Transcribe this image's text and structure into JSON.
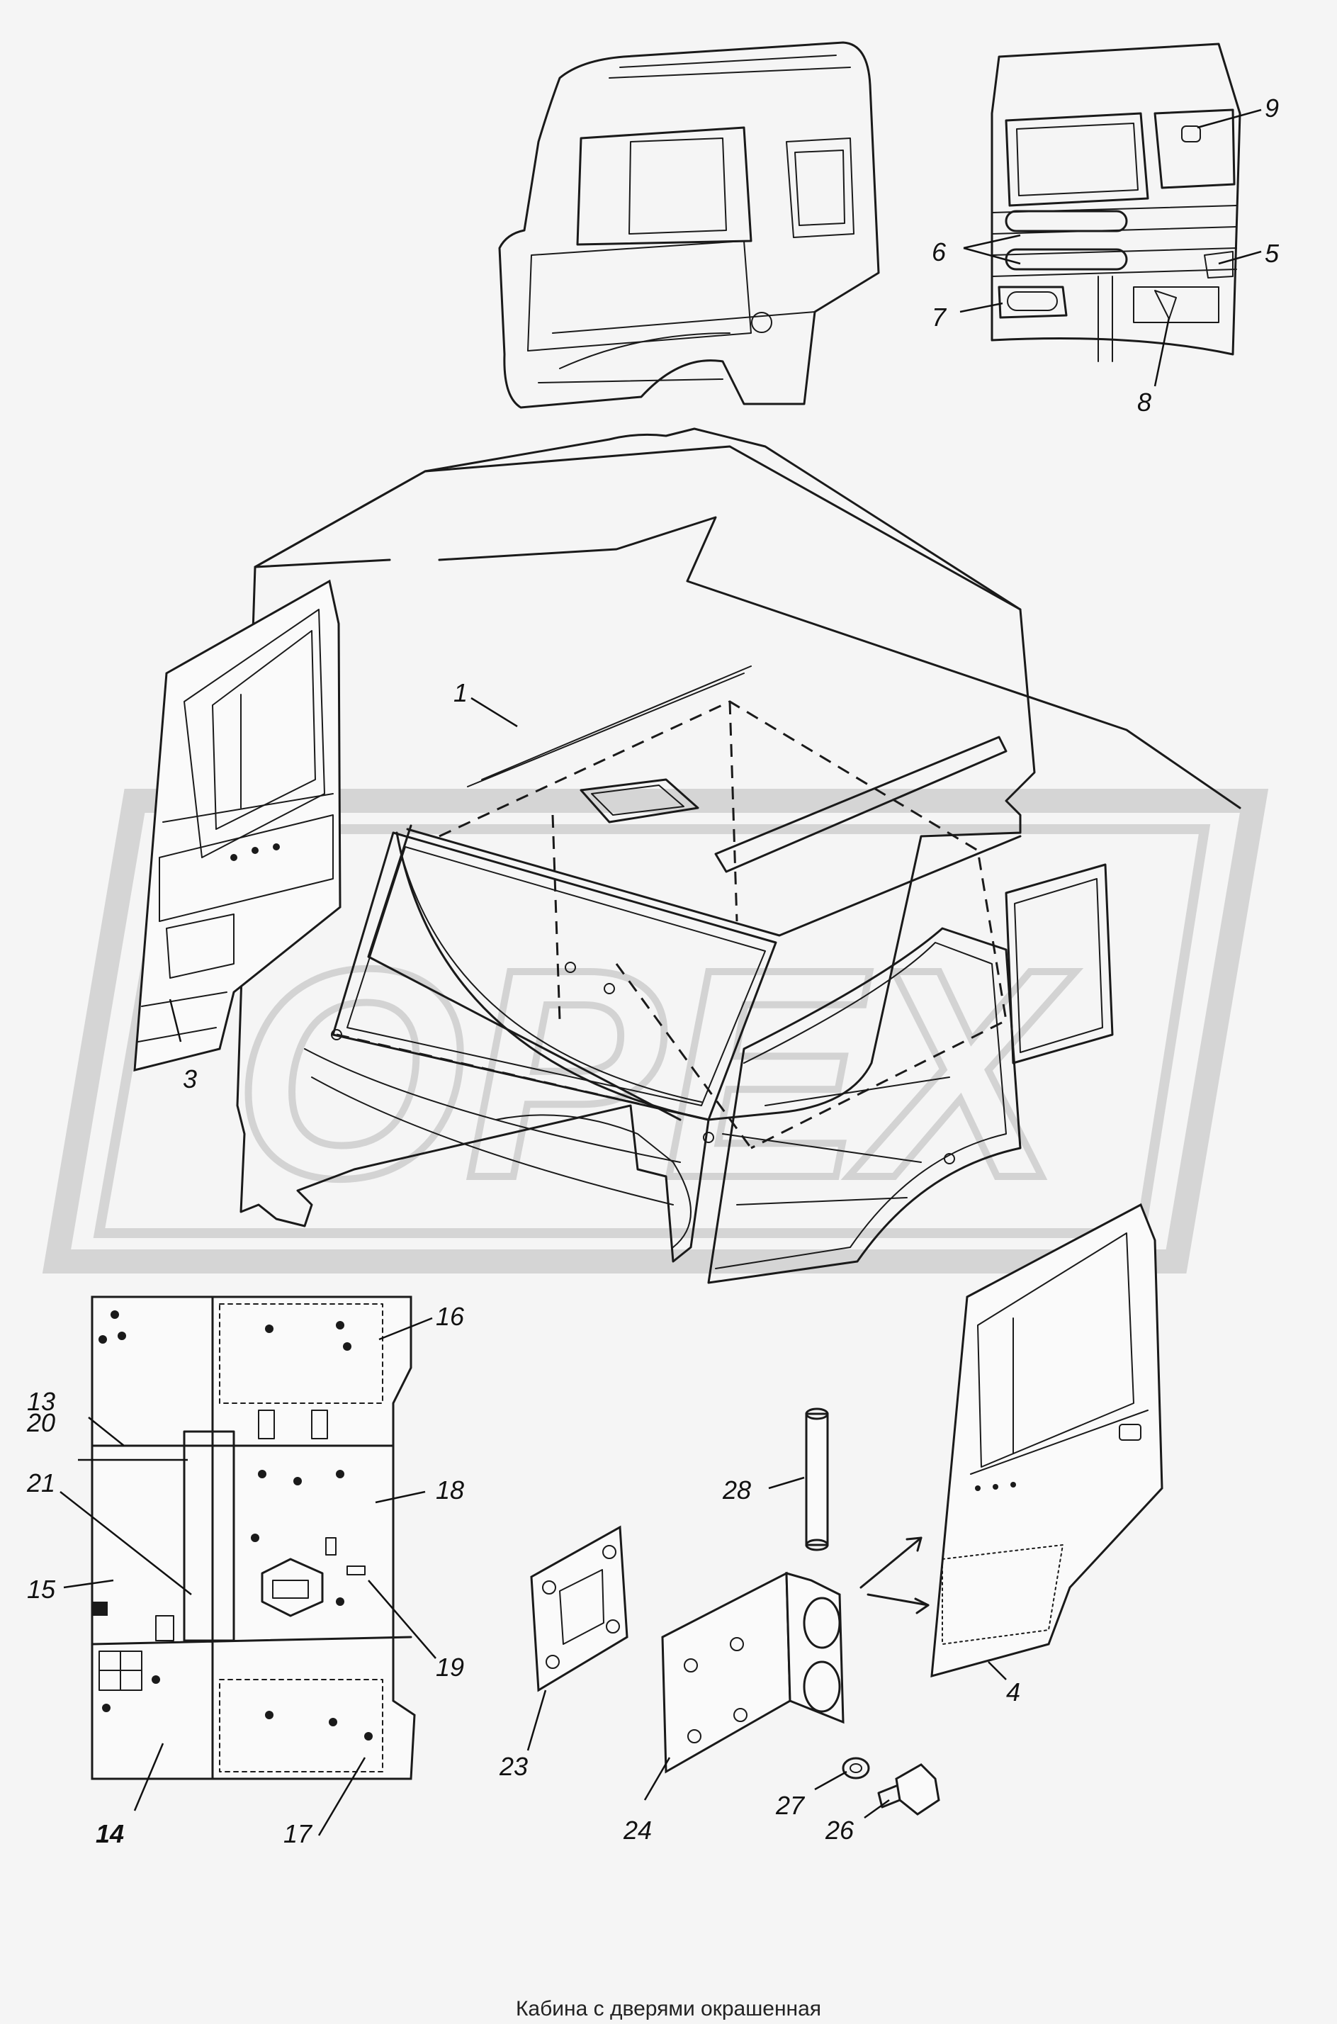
{
  "caption": "Кабина с дверями окрашенная",
  "watermark": {
    "text": "OPEX",
    "color": "#c9c9c9"
  },
  "callouts": [
    "1",
    "3",
    "4",
    "5",
    "6",
    "7",
    "8",
    "9",
    "13",
    "14",
    "15",
    "16",
    "17",
    "18",
    "19",
    "20",
    "21",
    "23",
    "24",
    "26",
    "27",
    "28"
  ],
  "colors": {
    "ink": "#1a1a1a",
    "background": "#f5f5f5"
  }
}
